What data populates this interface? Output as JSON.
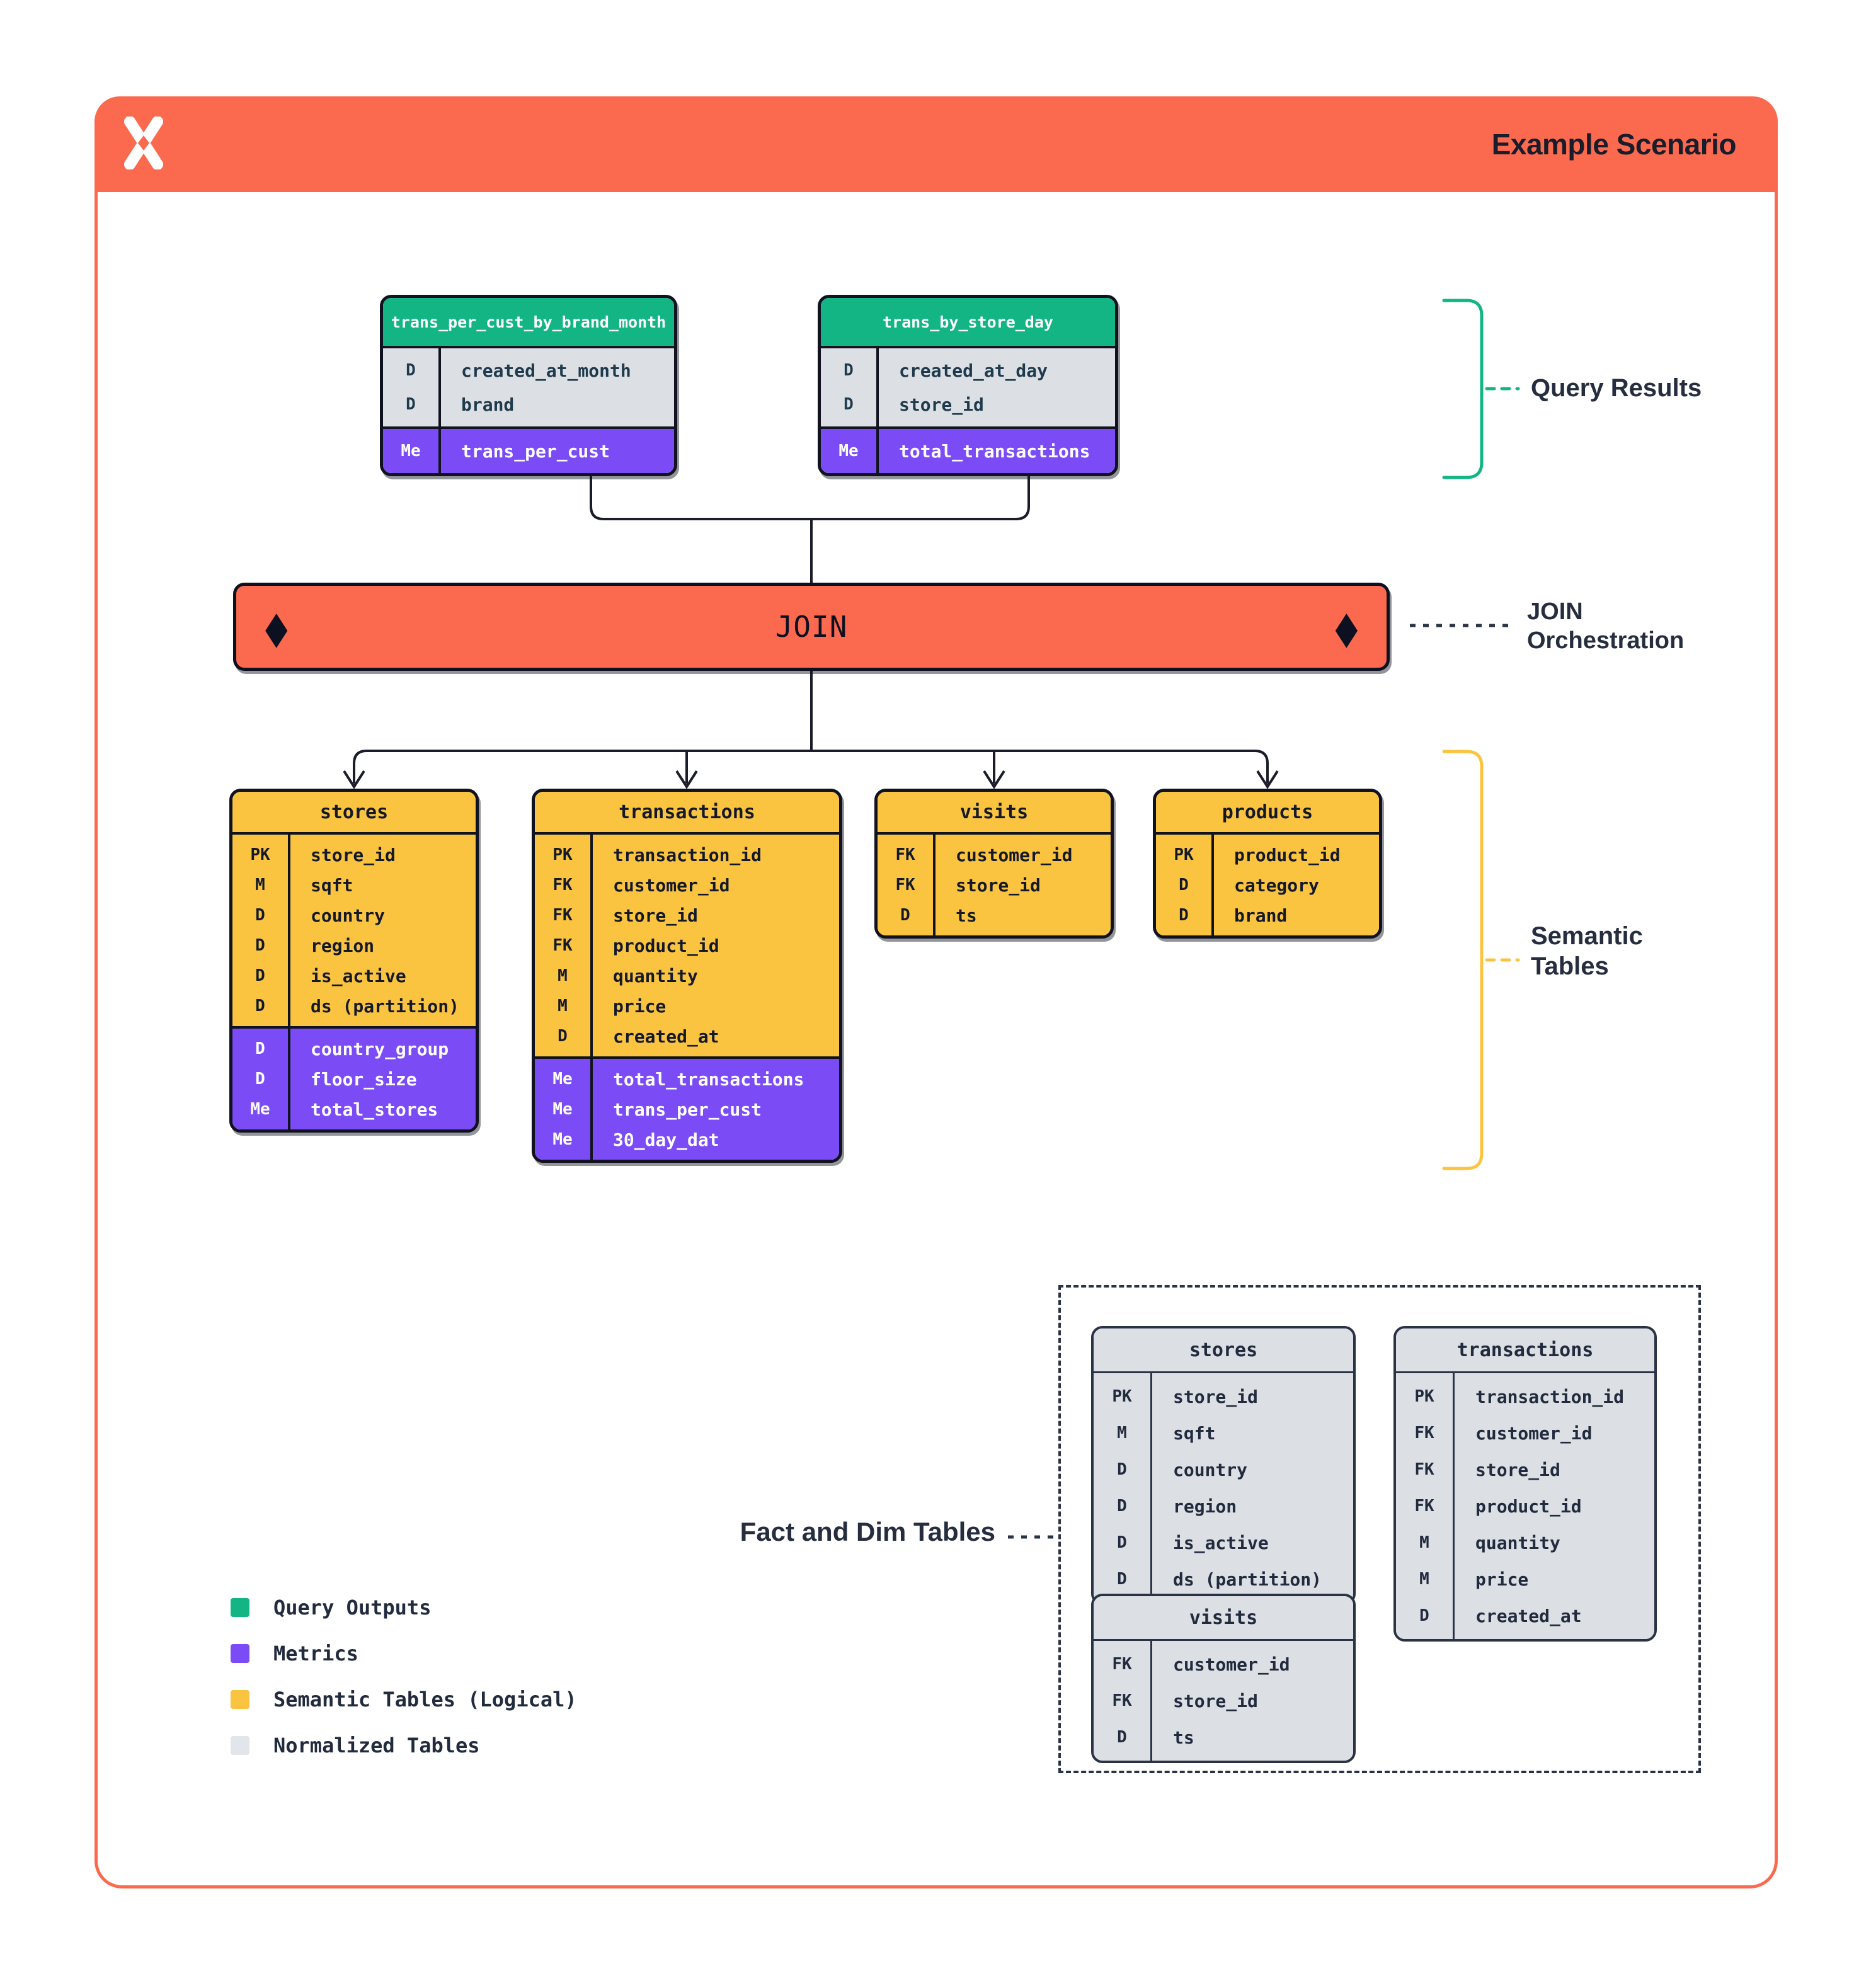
{
  "header": {
    "title": "Example Scenario",
    "logo": "dagster-x-logo"
  },
  "colors": {
    "orange": "#FB6A4E",
    "green": "#12B583",
    "purple": "#7B4CF6",
    "yellow": "#FBC440",
    "gray_row": "#DCE0E4",
    "ink": "#10131F",
    "navy": "#222B3E"
  },
  "annotations": {
    "query_results": "Query Results",
    "join_orchestration": "JOIN Orchestration",
    "semantic_tables": "Semantic Tables",
    "fact_dim": "Fact and Dim Tables"
  },
  "join": {
    "label": "JOIN"
  },
  "query_result_tables": [
    {
      "name": "trans_per_cust_by_brand_month",
      "rows": [
        [
          "D",
          "created_at_month"
        ],
        [
          "D",
          "brand"
        ]
      ],
      "metrics": [
        [
          "Me",
          "trans_per_cust"
        ]
      ]
    },
    {
      "name": "trans_by_store_day",
      "rows": [
        [
          "D",
          "created_at_day"
        ],
        [
          "D",
          "store_id"
        ]
      ],
      "metrics": [
        [
          "Me",
          "total_transactions"
        ]
      ]
    }
  ],
  "semantic_tables": [
    {
      "name": "stores",
      "rows": [
        [
          "PK",
          "store_id"
        ],
        [
          "M",
          "sqft"
        ],
        [
          "D",
          "country"
        ],
        [
          "D",
          "region"
        ],
        [
          "D",
          "is_active"
        ],
        [
          "D",
          "ds (partition)"
        ]
      ],
      "metrics": [
        [
          "D",
          "country_group"
        ],
        [
          "D",
          "floor_size"
        ],
        [
          "Me",
          "total_stores"
        ]
      ]
    },
    {
      "name": "transactions",
      "rows": [
        [
          "PK",
          "transaction_id"
        ],
        [
          "FK",
          "customer_id"
        ],
        [
          "FK",
          "store_id"
        ],
        [
          "FK",
          "product_id"
        ],
        [
          "M",
          "quantity"
        ],
        [
          "M",
          "price"
        ],
        [
          "D",
          "created_at"
        ]
      ],
      "metrics": [
        [
          "Me",
          "total_transactions"
        ],
        [
          "Me",
          "trans_per_cust"
        ],
        [
          "Me",
          "30_day_dat"
        ]
      ]
    },
    {
      "name": "visits",
      "rows": [
        [
          "FK",
          "customer_id"
        ],
        [
          "FK",
          "store_id"
        ],
        [
          "D",
          "ts"
        ]
      ],
      "metrics": []
    },
    {
      "name": "products",
      "rows": [
        [
          "PK",
          "product_id"
        ],
        [
          "D",
          "category"
        ],
        [
          "D",
          "brand"
        ]
      ],
      "metrics": []
    }
  ],
  "normalized_tables": [
    {
      "name": "stores",
      "rows": [
        [
          "PK",
          "store_id"
        ],
        [
          "M",
          "sqft"
        ],
        [
          "D",
          "country"
        ],
        [
          "D",
          "region"
        ],
        [
          "D",
          "is_active"
        ],
        [
          "D",
          "ds (partition)"
        ]
      ]
    },
    {
      "name": "transactions",
      "rows": [
        [
          "PK",
          "transaction_id"
        ],
        [
          "FK",
          "customer_id"
        ],
        [
          "FK",
          "store_id"
        ],
        [
          "FK",
          "product_id"
        ],
        [
          "M",
          "quantity"
        ],
        [
          "M",
          "price"
        ],
        [
          "D",
          "created_at"
        ]
      ]
    },
    {
      "name": "visits",
      "rows": [
        [
          "FK",
          "customer_id"
        ],
        [
          "FK",
          "store_id"
        ],
        [
          "D",
          "ts"
        ]
      ]
    }
  ],
  "legend": {
    "items": [
      {
        "color": "#12B583",
        "label": "Query Outputs"
      },
      {
        "color": "#7B4CF6",
        "label": "Metrics"
      },
      {
        "color": "#FBC440",
        "label": "Semantic Tables (Logical)"
      },
      {
        "color": "#E2E5E9",
        "label": "Normalized Tables"
      }
    ]
  }
}
